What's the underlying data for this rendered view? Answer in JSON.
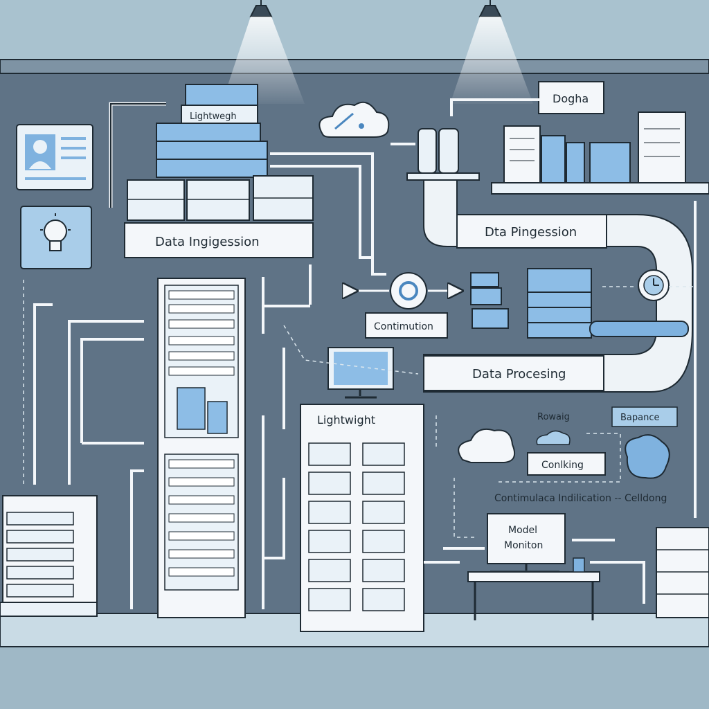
{
  "labels": {
    "top_right_box": "Dogha",
    "ingestion_box": "Data Ingigession",
    "stack_top": "Lightwegh",
    "pipe_ingestion": "Dta Pingession",
    "continuation": "Contimution",
    "pipe_processing": "Data Procesing",
    "lightweight": "Lightwight",
    "rowaig": "Rowaig",
    "badge": "Bapance",
    "conlking": "Conlking",
    "indication_line": "Contimulaca Indilication -- Celldong",
    "model_line1": "Model",
    "model_line2": "Moniton"
  },
  "colors": {
    "wall": "#5f7386",
    "wall_dark": "#4d6072",
    "ceiling": "#a9c2cf",
    "floor": "#9fb8c6",
    "outline": "#1e2a33",
    "panel": "#f4f7fa",
    "accent_blue": "#7fb2df",
    "pipe": "#eef3f7"
  },
  "icons": [
    "lamp-icon",
    "cloud-icon",
    "lightbulb-icon",
    "user-card-icon",
    "clock-icon",
    "monitor-icon",
    "server-icon",
    "gear-icon"
  ]
}
